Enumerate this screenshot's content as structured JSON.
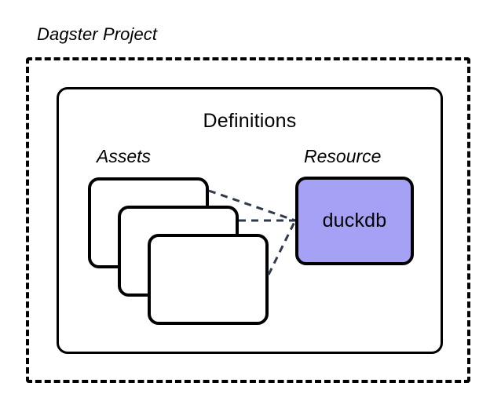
{
  "diagram": {
    "title": "Dagster Project",
    "boundary_style": "dashed",
    "colors": {
      "stroke": "#000000",
      "background": "#ffffff",
      "resource_fill": "#a5a1f5",
      "connector": "#2f3b4a"
    }
  },
  "definitions": {
    "label": "Definitions",
    "assets": {
      "label": "Assets",
      "count": 3,
      "cards": [
        {
          "id": "asset-card-1",
          "label": ""
        },
        {
          "id": "asset-card-2",
          "label": ""
        },
        {
          "id": "asset-card-3",
          "label": ""
        }
      ]
    },
    "resource": {
      "label": "Resource",
      "name": "duckdb"
    }
  },
  "connections": [
    {
      "from": "asset-card-1",
      "to": "duckdb",
      "style": "dashed"
    },
    {
      "from": "asset-card-2",
      "to": "duckdb",
      "style": "dashed"
    },
    {
      "from": "asset-card-3",
      "to": "duckdb",
      "style": "dashed"
    }
  ]
}
